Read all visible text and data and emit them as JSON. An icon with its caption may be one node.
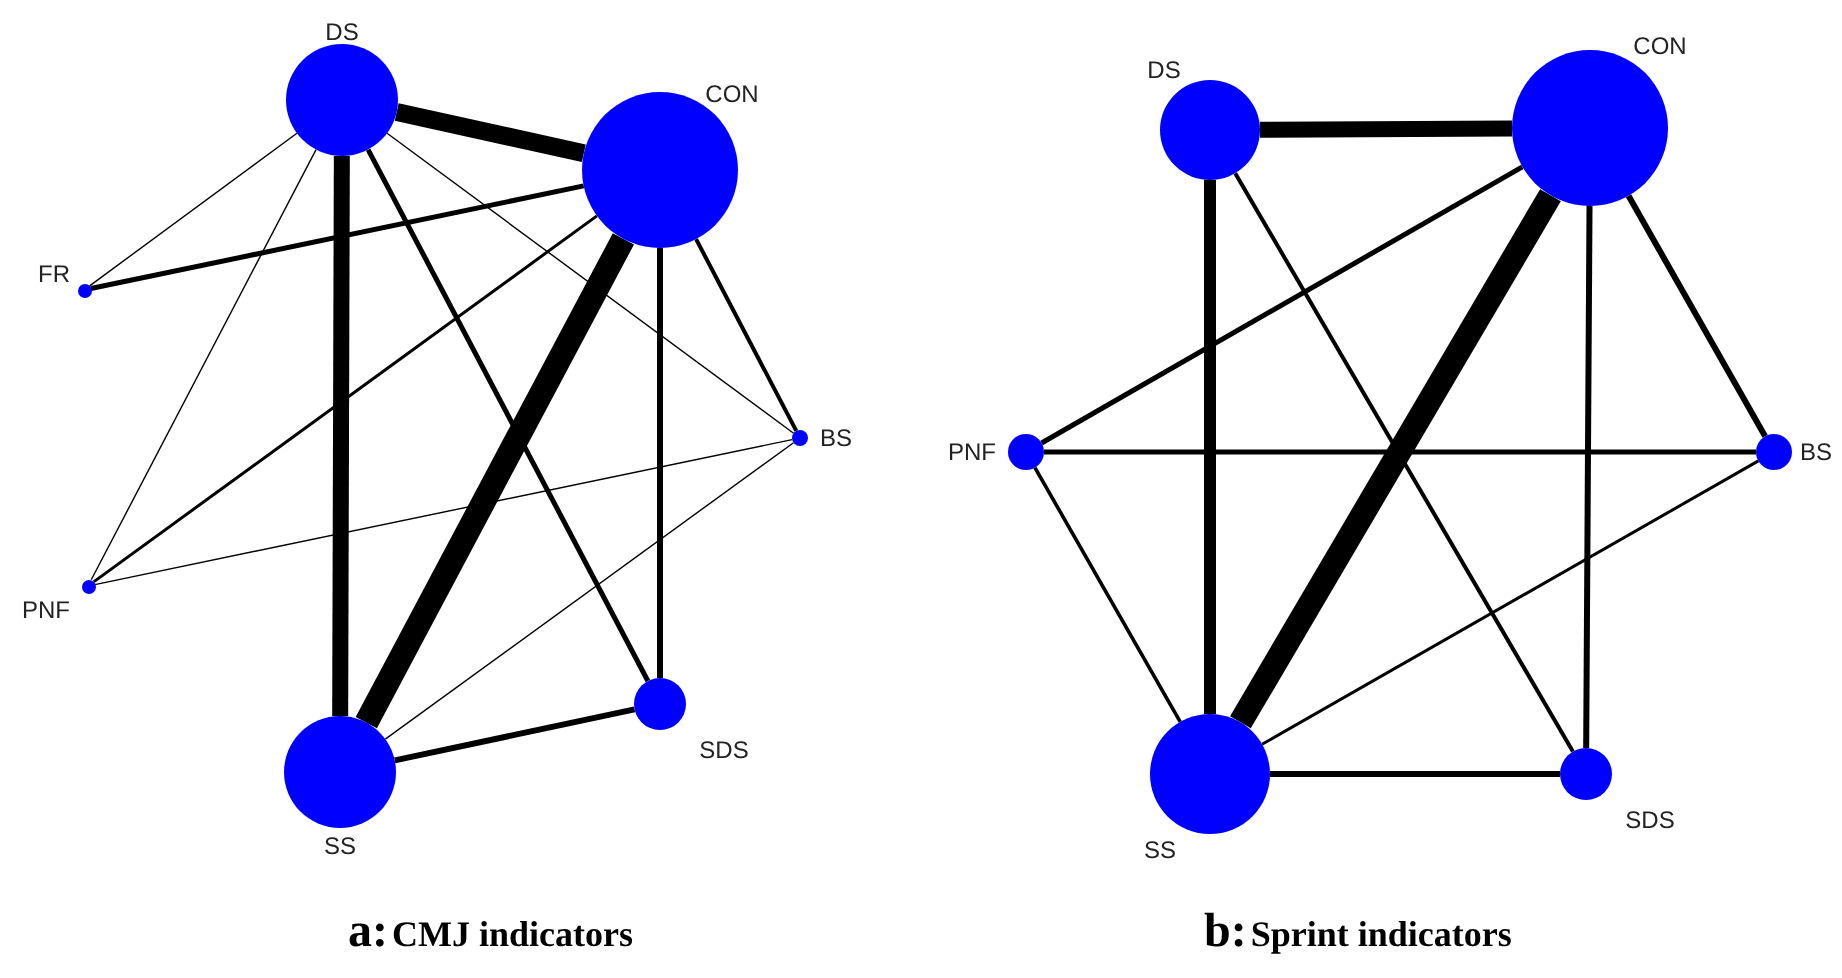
{
  "diagram": {
    "nodes": [
      {
        "text": [
          "DS"
        ]
      },
      {
        "text": [
          "CON"
        ]
      },
      {
        "text": [
          "FR"
        ]
      },
      {
        "text": [
          "BS"
        ]
      },
      {
        "text": [
          "PNF"
        ]
      },
      {
        "text": [
          "SDS"
        ]
      },
      {
        "text": [
          "SS"
        ]
      },
      {
        "text": [
          "DS"
        ]
      },
      {
        "text": [
          "CON"
        ]
      },
      {
        "text": [
          "PNF"
        ]
      },
      {
        "text": [
          "BS"
        ]
      },
      {
        "text": [
          "SS"
        ]
      },
      {
        "text": [
          "SDS"
        ]
      }
    ],
    "edges": [
      {
        "from": 0,
        "to": 1,
        "arrow": "none",
        "style": "thick"
      },
      {
        "from": 0,
        "to": 6,
        "arrow": "none",
        "style": "thick"
      },
      {
        "from": 1,
        "to": 6,
        "arrow": "none",
        "style": "thick"
      },
      {
        "from": 0,
        "to": 2,
        "arrow": "none"
      },
      {
        "from": 0,
        "to": 4,
        "arrow": "none"
      },
      {
        "from": 0,
        "to": 3,
        "arrow": "none"
      },
      {
        "from": 0,
        "to": 5,
        "arrow": "none"
      },
      {
        "from": 1,
        "to": 2,
        "arrow": "none"
      },
      {
        "from": 1,
        "to": 4,
        "arrow": "none"
      },
      {
        "from": 1,
        "to": 5,
        "arrow": "none"
      },
      {
        "from": 1,
        "to": 3,
        "arrow": "none"
      },
      {
        "from": 4,
        "to": 3,
        "arrow": "none"
      },
      {
        "from": 6,
        "to": 3,
        "arrow": "none"
      },
      {
        "from": 6,
        "to": 5,
        "arrow": "none"
      },
      {
        "from": 7,
        "to": 8,
        "arrow": "none",
        "style": "thick"
      },
      {
        "from": 7,
        "to": 11,
        "arrow": "none",
        "style": "thick"
      },
      {
        "from": 8,
        "to": 11,
        "arrow": "none",
        "style": "thick"
      },
      {
        "from": 7,
        "to": 12,
        "arrow": "none"
      },
      {
        "from": 8,
        "to": 9,
        "arrow": "none"
      },
      {
        "from": 8,
        "to": 12,
        "arrow": "none"
      },
      {
        "from": 8,
        "to": 10,
        "arrow": "none"
      },
      {
        "from": 9,
        "to": 10,
        "arrow": "none"
      },
      {
        "from": 9,
        "to": 11,
        "arrow": "none"
      },
      {
        "from": 10,
        "to": 11,
        "arrow": "none"
      },
      {
        "from": 11,
        "to": 12,
        "arrow": "none"
      }
    ],
    "labels": [
      "a:",
      "CMJ indicators",
      "b:",
      "Sprint indicators"
    ]
  }
}
